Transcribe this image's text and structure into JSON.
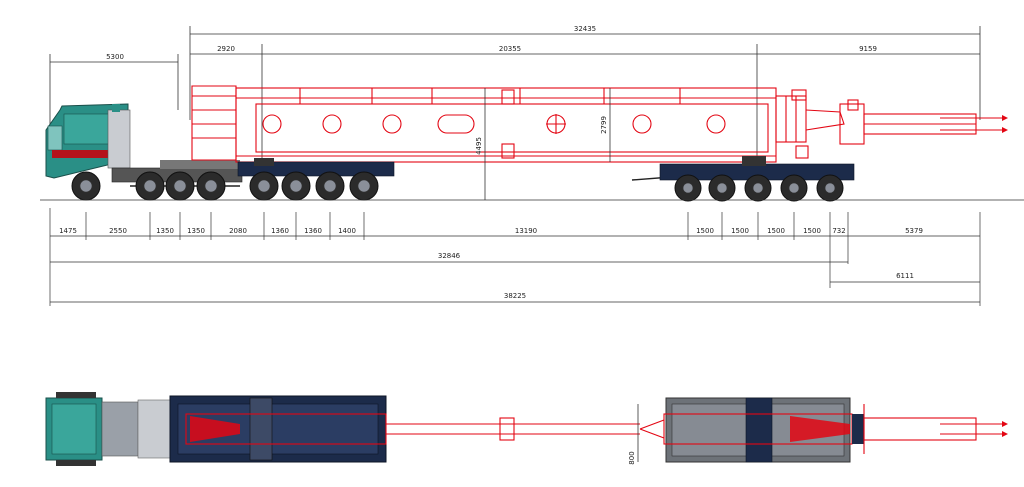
{
  "dimensions": {
    "top_overall": "32435",
    "top_front": "2920",
    "top_middle": "20355",
    "top_rear": "9159",
    "cab_span": "5300",
    "height_total": "4495",
    "deck_height": "2799",
    "bottom_row": [
      "1475",
      "2550",
      "1350",
      "1350",
      "2080",
      "1360",
      "1360",
      "1400",
      "13190",
      "1500",
      "1500",
      "1500",
      "1500",
      "732",
      "5379"
    ],
    "combination_length": "32846",
    "rear_extension": "6111",
    "overall_length": "38225",
    "plan_width": "800"
  },
  "colors": {
    "cab": "#2a8f86",
    "trailer_red": "#e30613",
    "chassis_navy": "#1c2b4a",
    "dolly_grey": "#6d7278"
  }
}
